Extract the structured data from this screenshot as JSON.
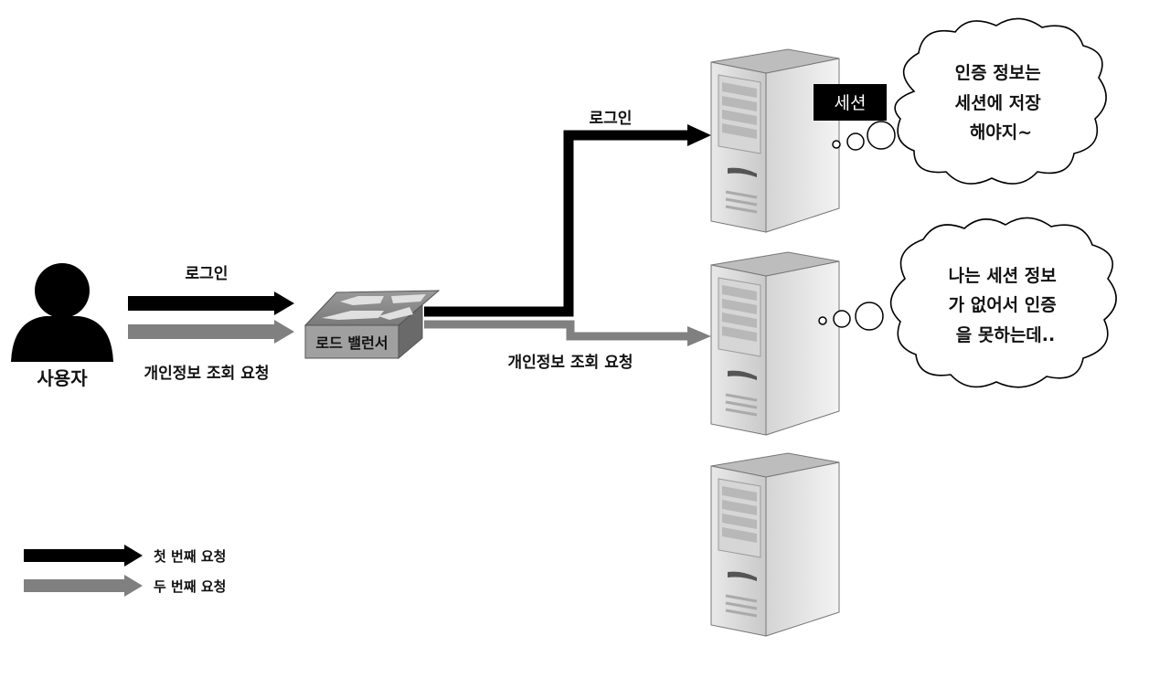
{
  "user": {
    "label": "사용자",
    "icon": "user-icon"
  },
  "load_balancer": {
    "label": "로드 밸런서",
    "icon": "switch-icon"
  },
  "arrows": {
    "first_request": {
      "label": "로그인",
      "color": "#000000"
    },
    "second_request": {
      "label": "개인정보 조회 요청",
      "color": "#808080"
    }
  },
  "servers": [
    {
      "icon": "server-icon",
      "session_badge": "세션",
      "thought": [
        "인증 정보는",
        "세션에 저장",
        "해야지~"
      ]
    },
    {
      "icon": "server-icon",
      "thought": [
        "나는 세션 정보",
        "가 없어서 인증",
        "을 못하는데.."
      ]
    },
    {
      "icon": "server-icon"
    }
  ],
  "legend": [
    {
      "label": "첫 번째 요청",
      "color": "#000000"
    },
    {
      "label": "두 번째 요청",
      "color": "#808080"
    }
  ]
}
